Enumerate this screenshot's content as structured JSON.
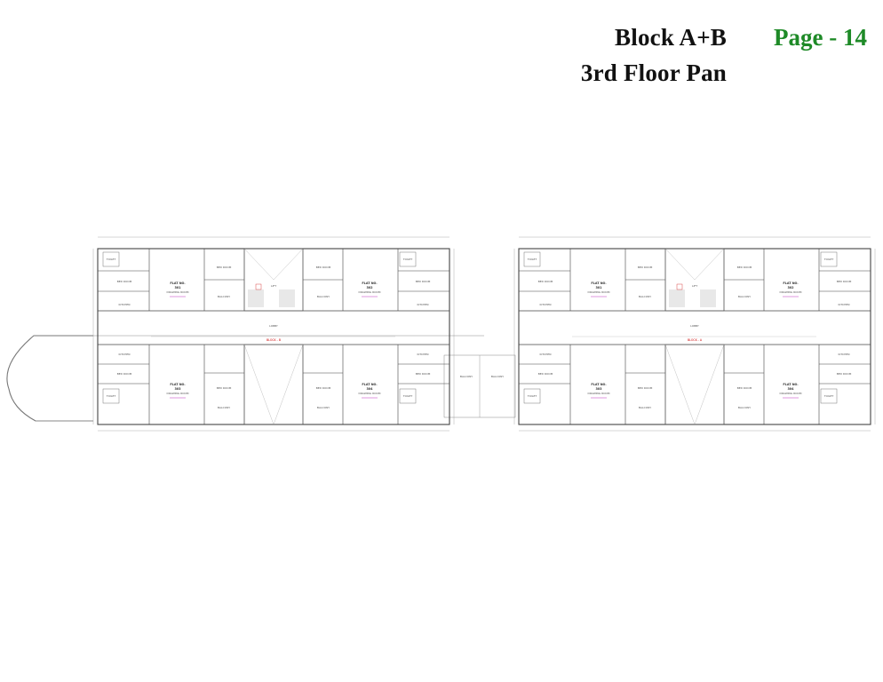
{
  "header": {
    "title_line1": "Block A+B",
    "title_line2": "3rd Floor Pan",
    "page_label": "Page - 14",
    "page_color": "#1e8a27"
  },
  "plan": {
    "blocks": [
      {
        "name": "BLOCK - B",
        "flats": [
          {
            "label": "FLAT NO.",
            "number": "301"
          },
          {
            "label": "FLAT NO.",
            "number": "302"
          },
          {
            "label": "FLAT NO.",
            "number": "303"
          },
          {
            "label": "FLAT NO.",
            "number": "304"
          }
        ]
      },
      {
        "name": "BLOCK - A",
        "flats": [
          {
            "label": "FLAT NO.",
            "number": "301"
          },
          {
            "label": "FLAT NO.",
            "number": "302"
          },
          {
            "label": "FLAT NO.",
            "number": "303"
          },
          {
            "label": "FLAT NO.",
            "number": "304"
          }
        ]
      }
    ],
    "room_labels": {
      "bed_room": "BED ROOM",
      "toilet": "TOILET",
      "kitchen": "KITCHEN",
      "drawing": "DRAWING ROOM",
      "balcony": "BALCONY",
      "lift": "LIFT",
      "lobby": "LOBBY"
    }
  }
}
